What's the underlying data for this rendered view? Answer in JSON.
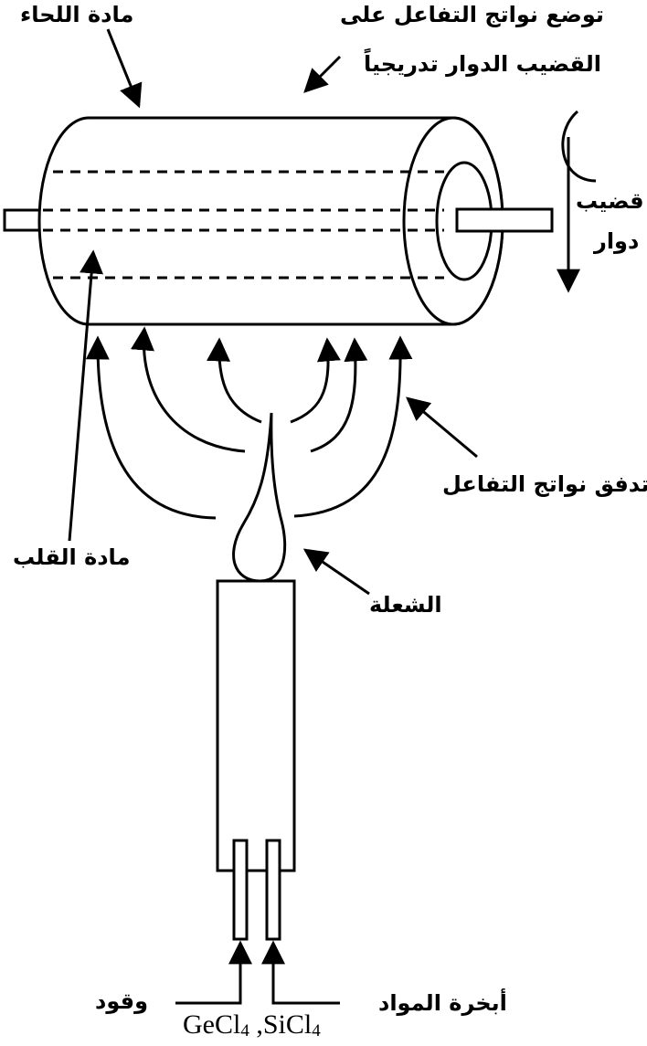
{
  "labels": {
    "cladding_material": "مادة اللحاء",
    "deposition_line1": "توضع نواتج التفاعل على",
    "deposition_line2": "القضيب الدوار تدريجياً",
    "rod_line1": "قضيب",
    "rod_line2": "دوار",
    "flow": "تدفق نواتج التفاعل",
    "core_material": "مادة القلب",
    "flame": "الشعلة",
    "fuel": "وقود",
    "vapors": "أبخرة المواد",
    "chem_si": "SiCl",
    "chem_si_sub": "4",
    "chem_ge": "GeCl",
    "chem_ge_sub": "4",
    "chem_sep": " ,"
  }
}
